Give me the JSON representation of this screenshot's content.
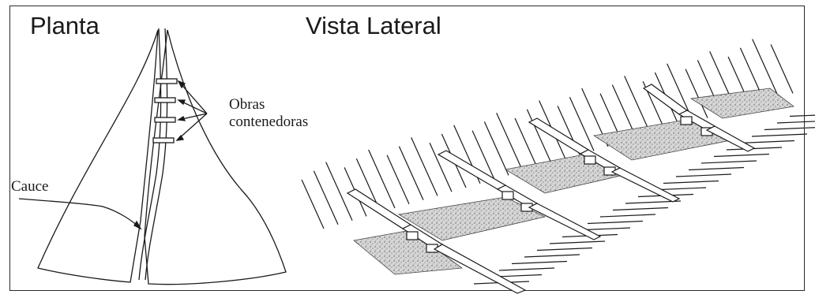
{
  "labels": {
    "planta": "Planta",
    "vista_lateral": "Vista Lateral",
    "obras_line1": "Obras",
    "obras_line2": "contenedoras",
    "cauce": "Cauce"
  },
  "colors": {
    "ink": "#1a1a1a",
    "background": "#ffffff"
  }
}
